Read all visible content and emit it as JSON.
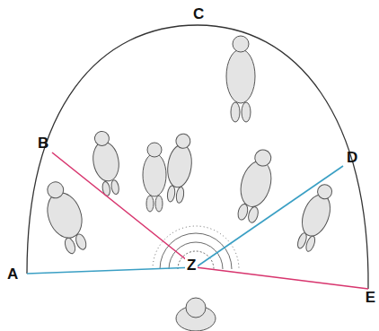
{
  "diagram": {
    "labels": [
      "C",
      "B",
      "D",
      "A",
      "Z",
      "E"
    ]
  }
}
